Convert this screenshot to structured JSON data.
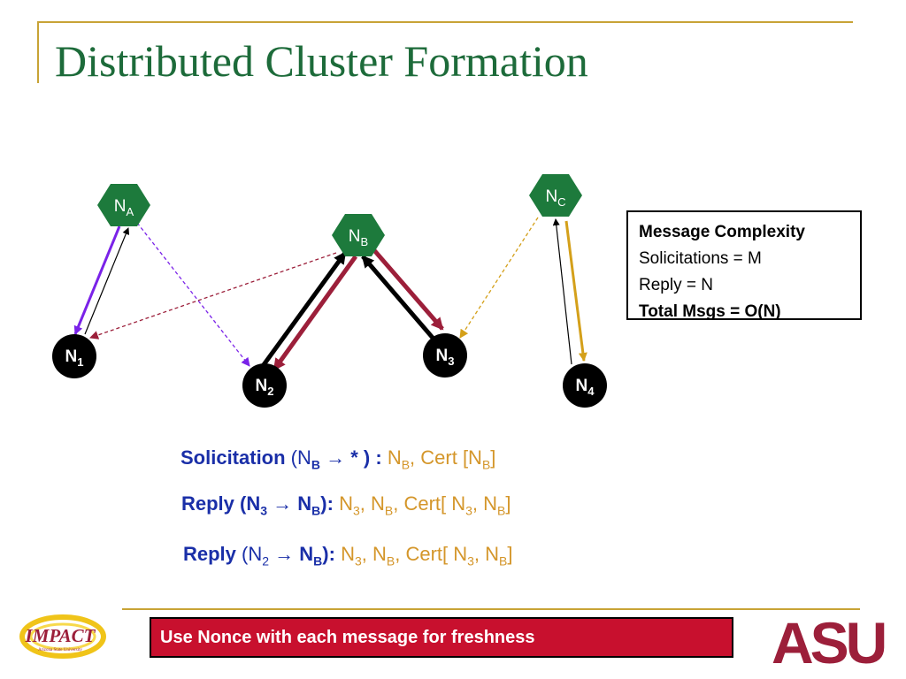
{
  "title": "Distributed Cluster Formation",
  "nodes": {
    "na": {
      "base": "N",
      "sub": "A"
    },
    "nb": {
      "base": "N",
      "sub": "B"
    },
    "nc": {
      "base": "N",
      "sub": "C"
    },
    "n1": {
      "base": "N",
      "sub": "1"
    },
    "n2": {
      "base": "N",
      "sub": "2"
    },
    "n3": {
      "base": "N",
      "sub": "3"
    },
    "n4": {
      "base": "N",
      "sub": "4"
    }
  },
  "complexity": {
    "heading": "Message Complexity",
    "line1": "Solicitations = M",
    "line2": "Reply = N",
    "total": "Total Msgs = O(N)"
  },
  "equations": {
    "solicitation": {
      "label": "Solicitation",
      "paren_open": " (N",
      "sub_from": "B",
      "arrow": " → ",
      "to": "* ) :",
      "payload1": " N",
      "payload_sub1": "B",
      "payload2": ", Cert [N",
      "payload_sub2": "B",
      "payload3": "]"
    },
    "reply3": {
      "label": "Reply (N",
      "sub_from": "3",
      "arrow": " → ",
      "to": "N",
      "sub_to": "B",
      "close": "):",
      "p1": " N",
      "s1": "3",
      "p2": ", N",
      "s2": "B",
      "p3": ", Cert[ N",
      "s3": "3",
      "p4": ", N",
      "s4": "B",
      "p5": "]"
    },
    "reply2": {
      "label": "Reply",
      "open": " (N",
      "sub_from": "2",
      "arrow": " → ",
      "to": "N",
      "sub_to": "B",
      "close": "):",
      "p1": " N",
      "s1": "3",
      "p2": ", N",
      "s2": "B",
      "p3": ", Cert[ N",
      "s3": "3",
      "p4": ", N",
      "s4": "B",
      "p5": "]"
    }
  },
  "banner": "Use Nonce with each message for freshness",
  "logos": {
    "impact": "IMPACT",
    "impact_sub": "Arizona State University",
    "asu": "ASU"
  },
  "colors": {
    "title": "#1d6b3a",
    "cluster_head": "#1d7a3c",
    "member_node": "#000000",
    "purple": "#7a22e8",
    "maroon": "#9c1f3a",
    "gold": "#d4a01a",
    "eq_blue": "#1a2fa8",
    "eq_gold": "#d4962a",
    "banner": "#c8102e"
  }
}
